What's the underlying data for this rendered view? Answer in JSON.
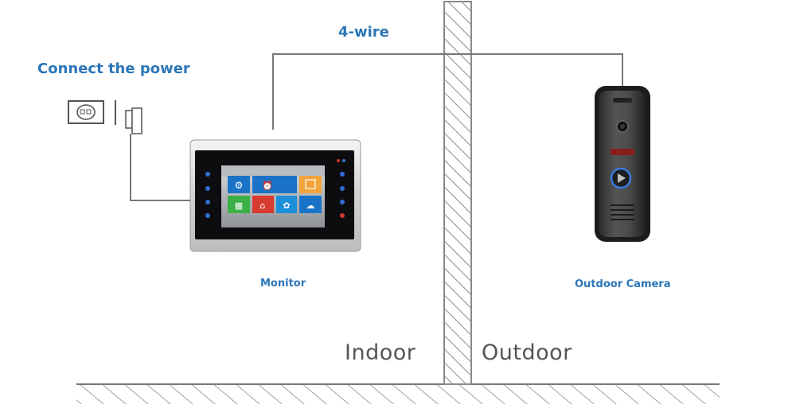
{
  "labels": {
    "wire": "4-wire",
    "power": "Connect the power",
    "monitor": "Monitor",
    "camera": "Outdoor Camera",
    "indoor": "Indoor",
    "outdoor": "Outdoor"
  },
  "colors": {
    "label_blue": "#2c76b8",
    "wire_gray": "#777777",
    "wall_hatch": "#888888",
    "zone_text": "#555555"
  },
  "icons": {
    "power_outlet": "power-outlet-icon",
    "power_plug": "power-plug-icon",
    "monitor": "monitor-device",
    "camera": "outdoor-camera-device"
  }
}
